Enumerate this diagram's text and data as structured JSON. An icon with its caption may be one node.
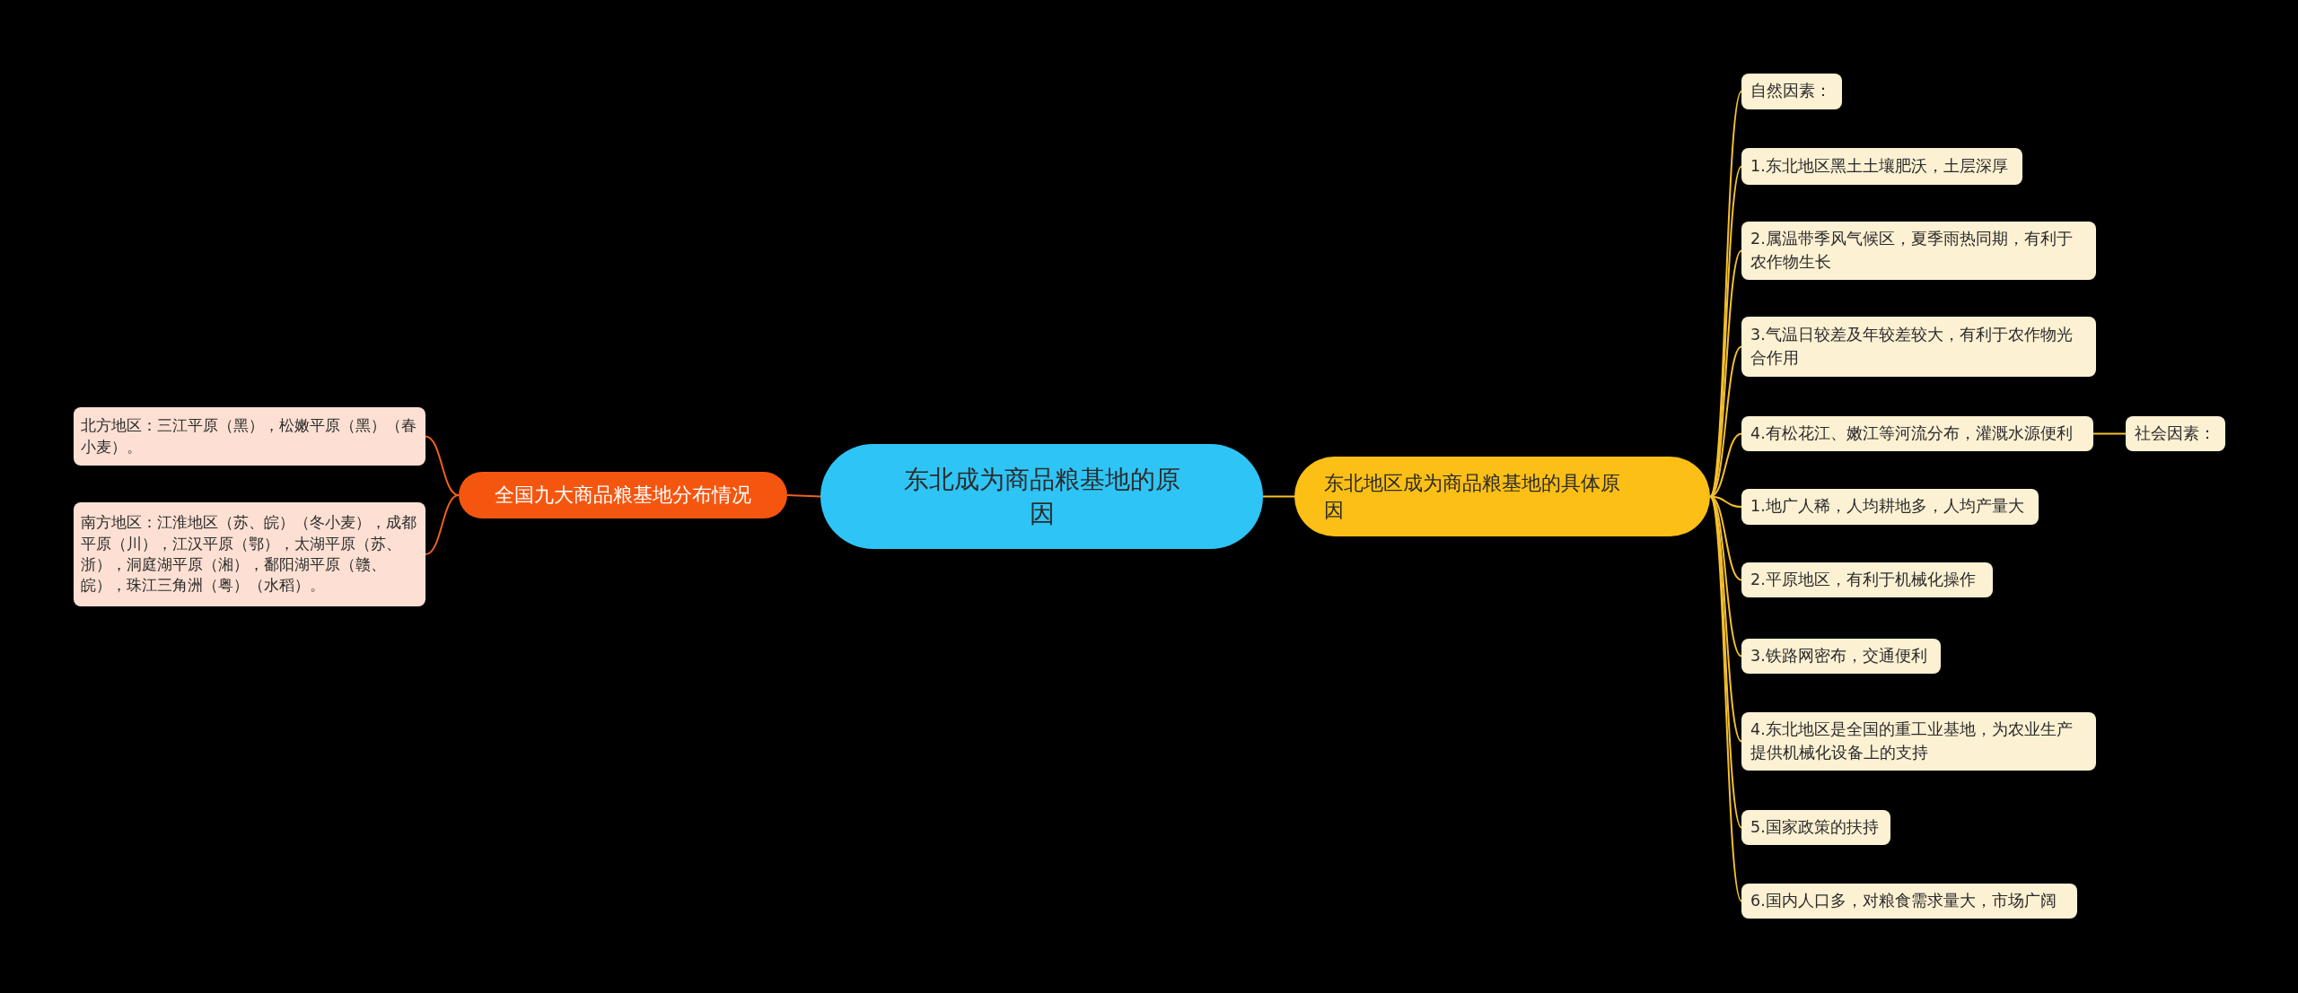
{
  "diagram": {
    "nodes": [
      {
        "text": [
          "东北成为商品粮基地的原因"
        ]
      },
      {
        "text": [
          "东北地区成为商品粮基地的具体原因"
        ]
      },
      {
        "text": [
          "自然因素："
        ]
      },
      {
        "text": [
          "1.东北地区黑土土壤肥沃，土层深厚"
        ]
      },
      {
        "text": [
          "2.属温带季风气候区，夏季雨热同期，有利于农作物生长"
        ]
      },
      {
        "text": [
          "3.气温日较差及年较差较大，有利于农作物光合作用"
        ]
      },
      {
        "text": [
          "4.有松花江、嫩江等河流分布，灌溉水源便利"
        ]
      },
      {
        "text": [
          "社会因素："
        ]
      },
      {
        "text": [
          "1.地广人稀，人均耕地多，人均产量大"
        ]
      },
      {
        "text": [
          "2.平原地区，有利于机械化操作"
        ]
      },
      {
        "text": [
          "3.铁路网密布，交通便利"
        ]
      },
      {
        "text": [
          "4.东北地区是全国的重工业基地，为农业生产提供机械化设备上的支持"
        ]
      },
      {
        "text": [
          "5.国家政策的扶持"
        ]
      },
      {
        "text": [
          "6.国内人口多，对粮食需求量大，市场广阔"
        ]
      },
      {
        "text": [
          "全国九大商品粮基地分布情况"
        ]
      },
      {
        "text": [
          "北方地区：三江平原（黑），松嫩平原（黑）（春小麦）。"
        ]
      },
      {
        "text": [
          "南方地区：江淮地区（苏、皖）（冬小麦），成都平原（川），江汉平原（鄂），太湖平原（苏、浙），洞庭湖平原（湘），鄱阳湖平原（赣、皖），珠江三角洲（粤）（水稻）。"
        ]
      }
    ],
    "edges": [
      {
        "from": 0,
        "to": 1,
        "arrow": "none"
      },
      {
        "from": 1,
        "to": 2,
        "arrow": "none"
      },
      {
        "from": 1,
        "to": 3,
        "arrow": "none"
      },
      {
        "from": 1,
        "to": 4,
        "arrow": "none"
      },
      {
        "from": 1,
        "to": 5,
        "arrow": "none"
      },
      {
        "from": 1,
        "to": 6,
        "arrow": "none"
      },
      {
        "from": 6,
        "to": 7,
        "arrow": "none"
      },
      {
        "from": 1,
        "to": 8,
        "arrow": "none"
      },
      {
        "from": 1,
        "to": 9,
        "arrow": "none"
      },
      {
        "from": 1,
        "to": 10,
        "arrow": "none"
      },
      {
        "from": 1,
        "to": 11,
        "arrow": "none"
      },
      {
        "from": 1,
        "to": 12,
        "arrow": "none"
      },
      {
        "from": 1,
        "to": 13,
        "arrow": "none"
      },
      {
        "from": 0,
        "to": 14,
        "arrow": "none",
        "color": "#f0601e"
      },
      {
        "from": 14,
        "to": 15,
        "arrow": "none",
        "color": "#f0601e"
      },
      {
        "from": 14,
        "to": 16,
        "arrow": "none",
        "color": "#f0601e"
      }
    ]
  }
}
